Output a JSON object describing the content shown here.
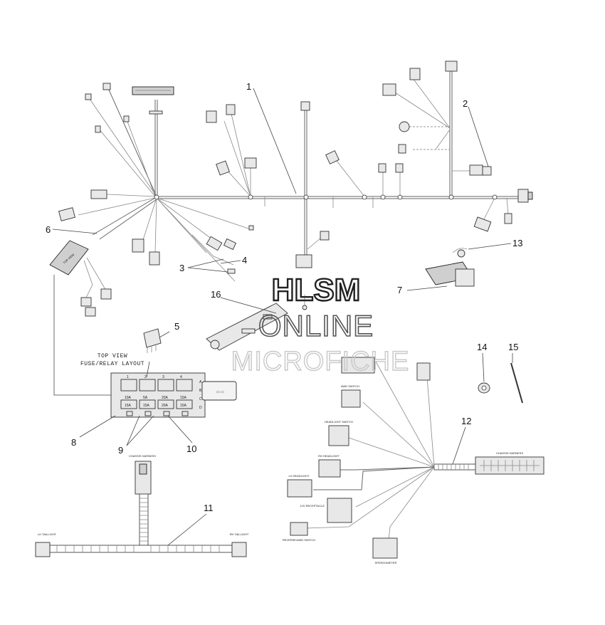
{
  "watermark": {
    "line1": "HLSM",
    "line2": "ONLINE",
    "line3": "MICROFICHE"
  },
  "fuse_panel": {
    "caption_line1": "TOP VIEW",
    "caption_line2": "FUSE/RELAY LAYOUT",
    "top_view_label": "TOP VIEW",
    "columns": [
      "1",
      "2",
      "3",
      "4"
    ],
    "rows": [
      "A",
      "B",
      "C",
      "D"
    ],
    "top_fuses": [
      "10A",
      "5A",
      "20A",
      "15A"
    ],
    "bottom_fuses": [
      "15A",
      "15A",
      "20A",
      "15A"
    ]
  },
  "labels": {
    "chassis_harness": "CHASSIS HARNESS",
    "lh_taillight": "LH TAILLIGHT",
    "rh_taillight": "RH TAILLIGHT",
    "lh_headlight": "LH HEADLIGHT",
    "rh_headlight": "RH HEADLIGHT",
    "headlight_switch": "HEADLIGHT SWITCH",
    "awd_switch": "AWD SWITCH",
    "receptacle": "12V RECEPTACLE",
    "reverse_switch": "REVERSE/AWD SWITCH",
    "speedometer": "SPEEDOMETER",
    "chassis_harness_right": "CHASSIS HARNESS"
  },
  "callouts": [
    "1",
    "2",
    "3",
    "4",
    "5",
    "6",
    "7",
    "8",
    "9",
    "10",
    "11",
    "12",
    "13",
    "14",
    "15",
    "16"
  ]
}
